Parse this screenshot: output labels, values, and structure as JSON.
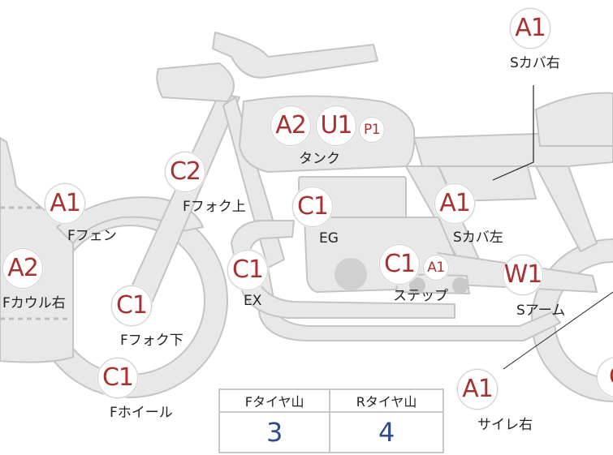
{
  "tire_table": {
    "front_header": "Fタイヤ山",
    "rear_header": "Rタイヤ山",
    "front_value": "3",
    "rear_value": "4"
  },
  "parts": {
    "s_cover_right": {
      "badges": [
        "A1"
      ],
      "label": "Sカバ右"
    },
    "tank": {
      "badges": [
        "A2",
        "U1",
        "P1"
      ],
      "label": "タンク"
    },
    "f_fork_upper": {
      "badges": [
        "C2"
      ],
      "label": "Fフォク上"
    },
    "f_fender": {
      "badges": [
        "A1"
      ],
      "label": "Fフェン"
    },
    "engine": {
      "badges": [
        "C1"
      ],
      "label": "EG"
    },
    "s_cover_left": {
      "badges": [
        "A1"
      ],
      "label": "Sカバ左"
    },
    "f_cowl_right": {
      "badges": [
        "A2"
      ],
      "label": "Fカウル右"
    },
    "exhaust": {
      "badges": [
        "C1"
      ],
      "label": "EX"
    },
    "step": {
      "badges": [
        "C1",
        "A1"
      ],
      "label": "ステップ"
    },
    "swing_arm": {
      "badges": [
        "W1"
      ],
      "label": "Sアーム"
    },
    "f_fork_lower": {
      "badges": [
        "C1"
      ],
      "label": "Fフォク下"
    },
    "f_wheel": {
      "badges": [
        "C1"
      ],
      "label": "Fホイール"
    },
    "silencer_right": {
      "badges": [
        "A1"
      ],
      "label": "サイレ右"
    },
    "rear_wheel_partial": {
      "badges": [
        "C"
      ]
    }
  },
  "colors": {
    "bike_fill": "#e8e8e8",
    "bike_outline": "#c4c4c4",
    "badge_text": "#a8322f",
    "value_text": "#2e4b8c"
  }
}
